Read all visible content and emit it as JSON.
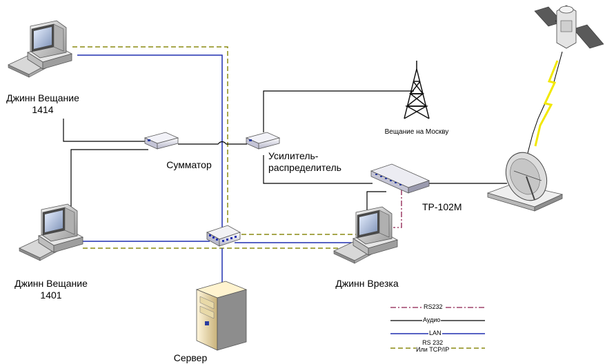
{
  "labels": {
    "pc1": [
      "Джинн Вещание",
      "1414"
    ],
    "pc2": [
      "Джинн Вещание",
      "1401"
    ],
    "pc3": "Джинн Врезка",
    "server": "Сервер",
    "summator": "Сумматор",
    "amplifier": [
      "Усилитель-",
      "распределитель"
    ],
    "tower": "Вещание на Москву",
    "receiver": "ТР-102М"
  },
  "legend": {
    "rs232": "RS232",
    "audio": "Аудио",
    "lan": "LAN",
    "rs232_tcp": [
      "RS 232",
      "Или TCP/IP"
    ]
  },
  "colors": {
    "audio": "#000000",
    "lan": "#1f2fb0",
    "rs232": "#8b1a4a",
    "rs232_tcp": "#8a8a10"
  }
}
